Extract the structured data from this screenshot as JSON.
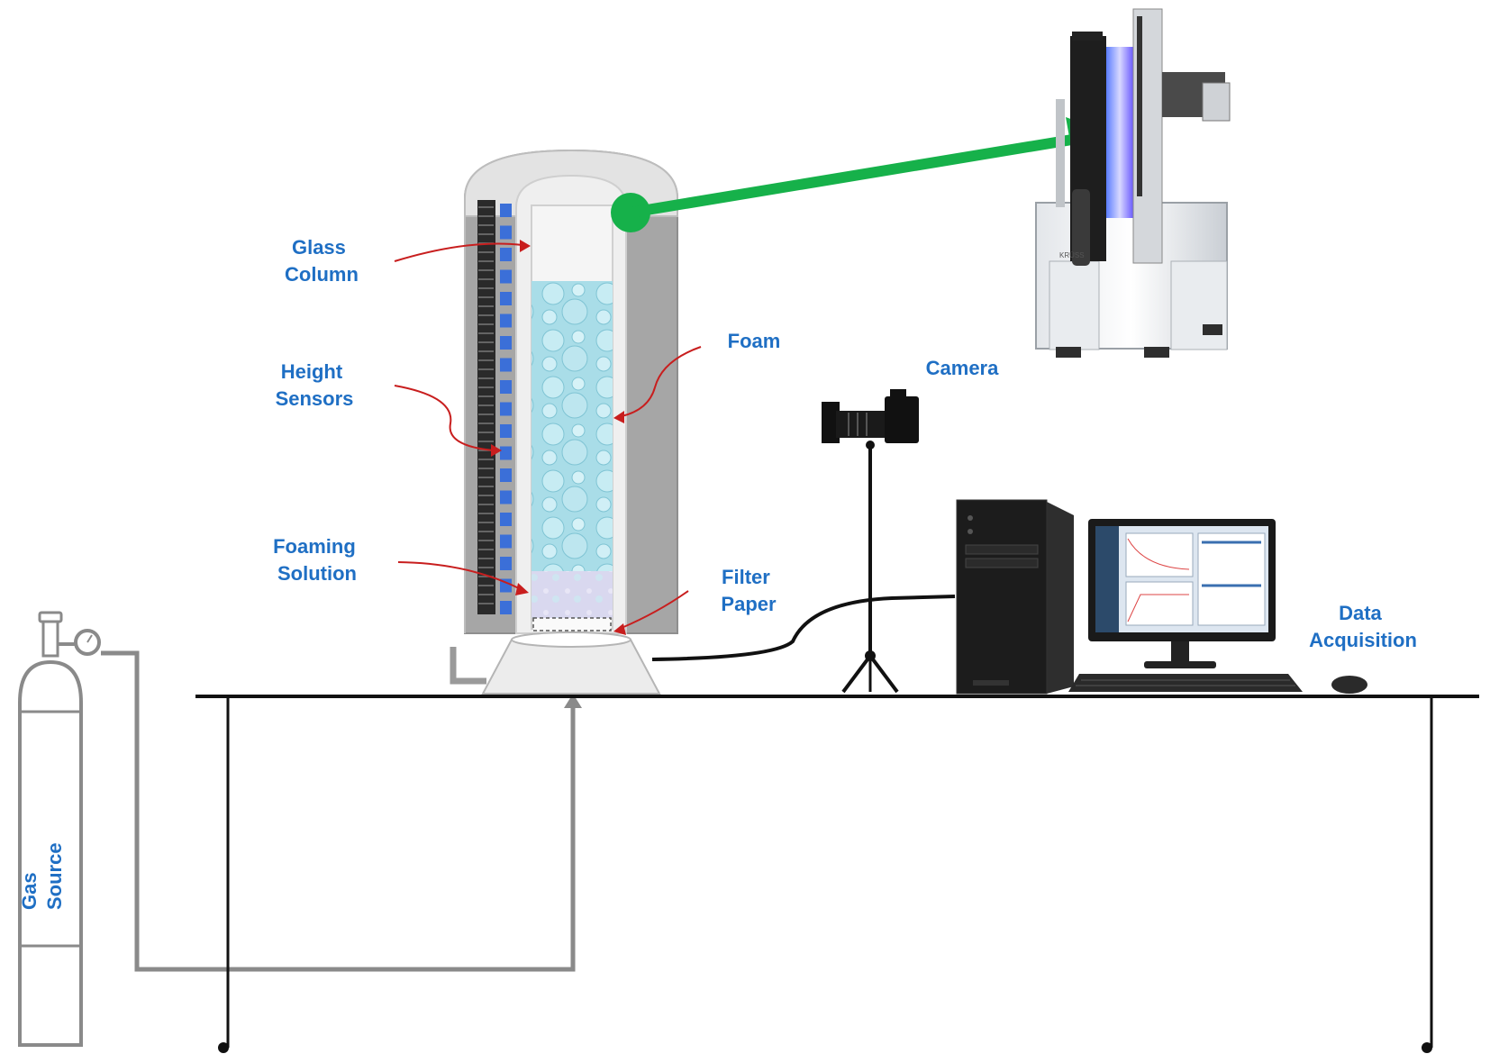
{
  "labels": {
    "glass_column": [
      "Glass",
      "Column"
    ],
    "height_sensors": [
      "Height",
      "Sensors"
    ],
    "foaming_solution": [
      "Foaming",
      "Solution"
    ],
    "foam": "Foam",
    "filter_paper": [
      "Filter",
      "Paper"
    ],
    "camera": "Camera",
    "data_acquisition": [
      "Data",
      "Acquisition"
    ],
    "gas_source": [
      "Gas",
      "Source"
    ],
    "instrument_brand": "KRÜSS"
  },
  "colors": {
    "label_text": "#1f6fc4",
    "pointer_arrow": "#c81e1e",
    "link_arrow": "#16b14a",
    "gas_line": "#8a8a8a",
    "table": "#111111",
    "foam_fill": "#a9dde8",
    "solution_fill": "#d6d6ee",
    "sensor_blue": "#3b6fd8"
  },
  "icons": [
    "gas-cylinder-icon",
    "pressure-gauge-icon",
    "camera-icon",
    "tripod-icon",
    "pc-tower-icon",
    "monitor-icon",
    "keyboard-icon",
    "mouse-icon",
    "foam-analyzer-instrument-icon"
  ]
}
